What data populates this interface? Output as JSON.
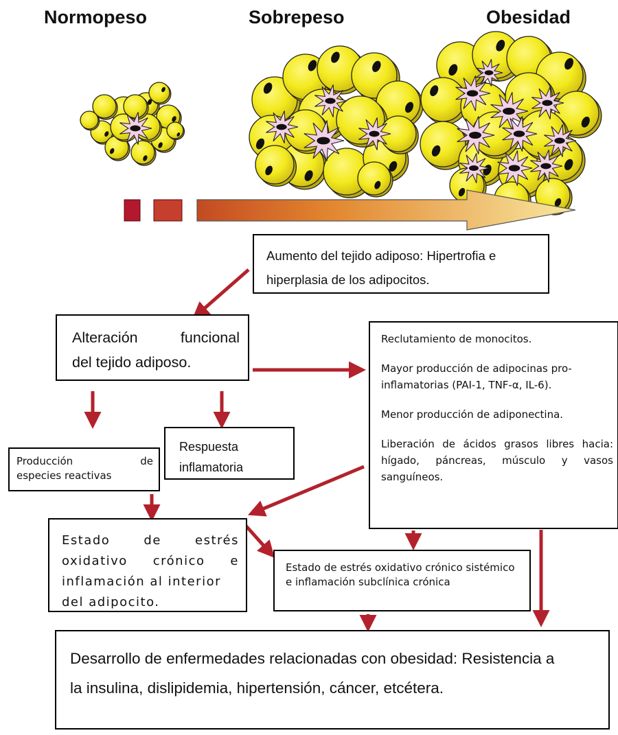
{
  "stages": {
    "normal": "Normopeso",
    "overweight": "Sobrepeso",
    "obese": "Obesidad"
  },
  "colors": {
    "cell_fill": "#f3ea1e",
    "cell_shadow": "#b9a913",
    "nucleus": "#111111",
    "macrophage": "#f3d0e6",
    "arrow_red": "#b3222c",
    "gradient_start": "#b3182c",
    "gradient_end": "#f8e8a1"
  },
  "boxes": {
    "aumento": "Aumento del tejido adiposo: Hipertrofia e hiperplasia de los adipocitos.",
    "alteracion": [
      "Alteración funcional",
      "del tejido adiposo."
    ],
    "reclutamiento": [
      "Reclutamiento de monocitos.",
      "Mayor producción de adipocinas pro-inflamatorias (PAI-1, TNF-α, IL-6).",
      "Menor producción de adiponectina.",
      "Liberación de ácidos grasos libres hacia: hígado, páncreas, músculo y vasos sanguíneos."
    ],
    "produccion": [
      "Producción de",
      "especies reactivas"
    ],
    "respuesta": [
      "Respuesta",
      "inflamatoria"
    ],
    "estado_local": [
      "Estado de estrés",
      "oxidativo crónico e",
      "inflamación al interior",
      "del adipocito."
    ],
    "estado_sistemico": "Estado de estrés oxidativo crónico sistémico e inflamación subclínica crónica",
    "desarrollo": [
      "Desarrollo de enfermedades relacionadas con obesidad: Resistencia a",
      "la insulina, dislipidemia, hipertensión, cáncer, etcétera."
    ]
  }
}
